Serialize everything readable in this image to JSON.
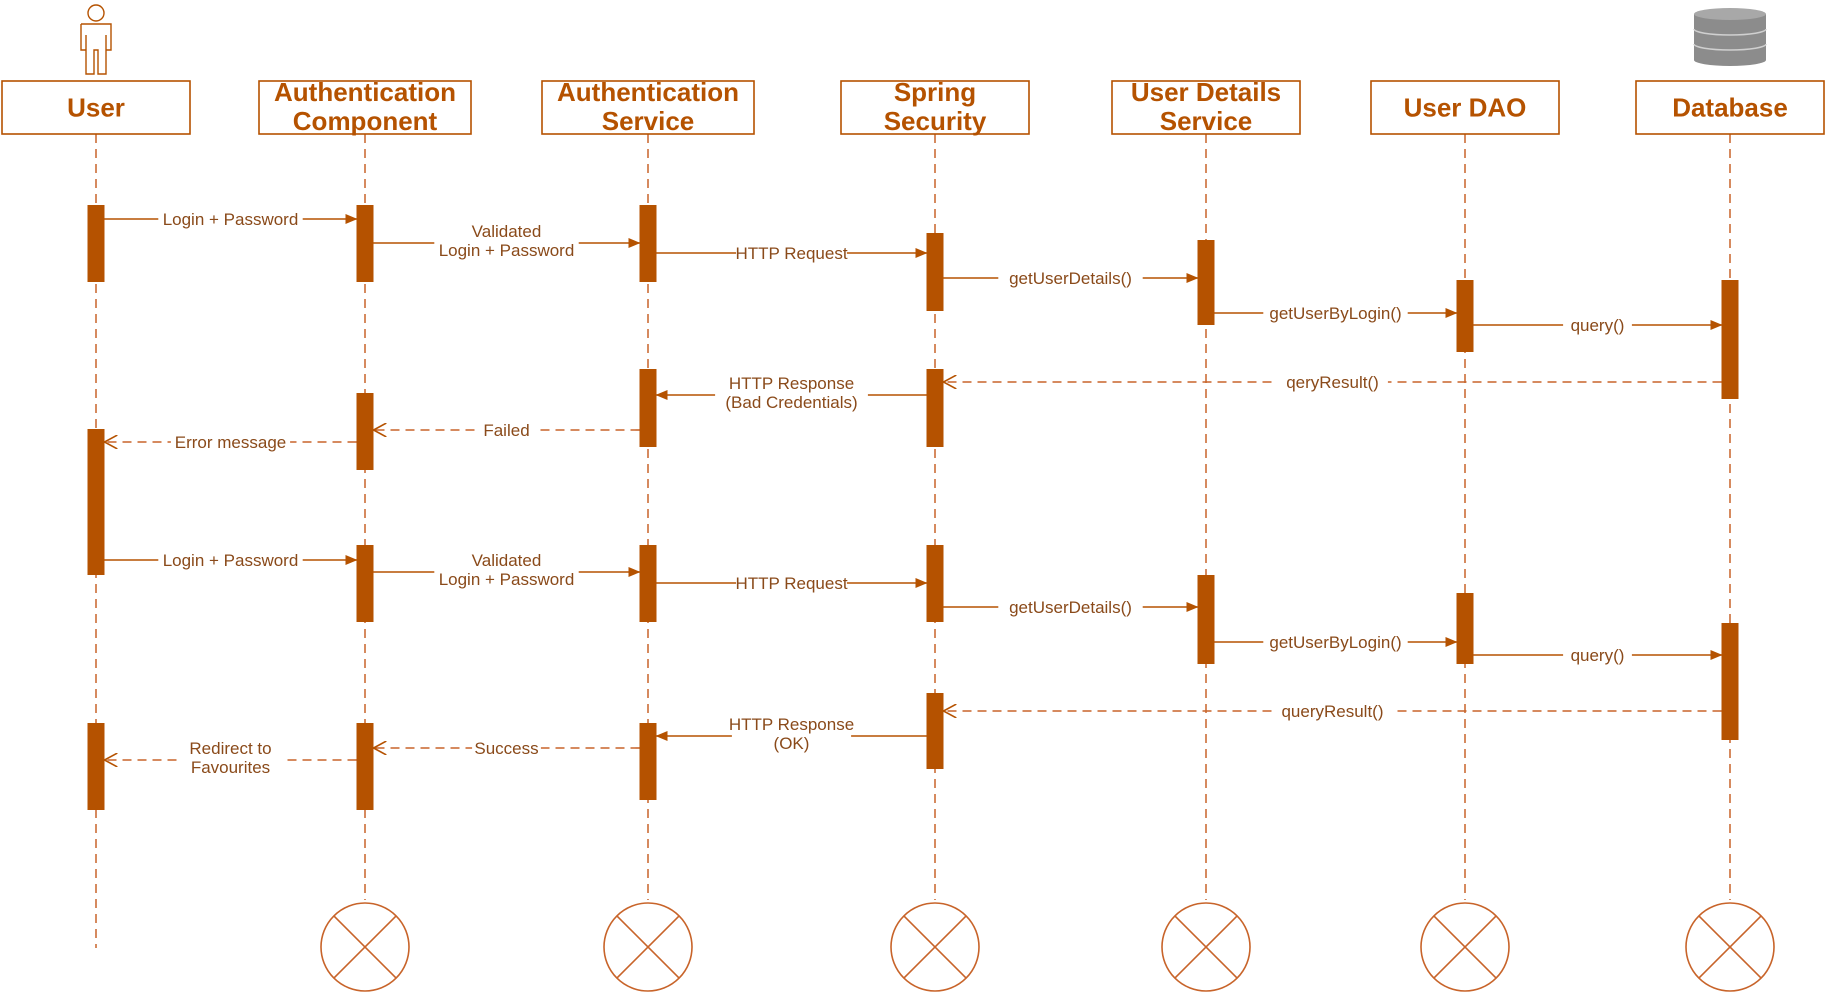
{
  "colors": {
    "accent": "#b55200",
    "line": "#c8642a",
    "label": "#8a4a1a",
    "db_icon": "#8c8c8c",
    "background": "#ffffff"
  },
  "participants": [
    {
      "id": "user",
      "lines": [
        "User"
      ],
      "icon": "actor-icon"
    },
    {
      "id": "auth-component",
      "lines": [
        "Authentication",
        "Component"
      ]
    },
    {
      "id": "auth-service",
      "lines": [
        "Authentication",
        "Service"
      ]
    },
    {
      "id": "spring-security",
      "lines": [
        "Spring",
        "Security"
      ]
    },
    {
      "id": "user-details-service",
      "lines": [
        "User Details",
        "Service"
      ]
    },
    {
      "id": "user-dao",
      "lines": [
        "User DAO"
      ]
    },
    {
      "id": "database",
      "lines": [
        "Database"
      ],
      "icon": "database-icon"
    }
  ],
  "messages": [
    {
      "from": 0,
      "to": 1,
      "lines": [
        "Login + Password"
      ],
      "type": "sync"
    },
    {
      "from": 1,
      "to": 2,
      "lines": [
        "Validated",
        "Login + Password"
      ],
      "type": "sync"
    },
    {
      "from": 2,
      "to": 3,
      "lines": [
        "HTTP Request"
      ],
      "type": "sync"
    },
    {
      "from": 3,
      "to": 4,
      "lines": [
        "getUserDetails()"
      ],
      "type": "sync"
    },
    {
      "from": 4,
      "to": 5,
      "lines": [
        "getUserByLogin()"
      ],
      "type": "sync"
    },
    {
      "from": 5,
      "to": 6,
      "lines": [
        "query()"
      ],
      "type": "sync"
    },
    {
      "from": 6,
      "to": 3,
      "lines": [
        "qeryResult()"
      ],
      "type": "return"
    },
    {
      "from": 3,
      "to": 2,
      "lines": [
        "HTTP Response",
        "(Bad Credentials)"
      ],
      "type": "sync"
    },
    {
      "from": 2,
      "to": 1,
      "lines": [
        "Failed"
      ],
      "type": "return"
    },
    {
      "from": 1,
      "to": 0,
      "lines": [
        "Error message"
      ],
      "type": "return"
    },
    {
      "from": 0,
      "to": 1,
      "lines": [
        "Login + Password"
      ],
      "type": "sync"
    },
    {
      "from": 1,
      "to": 2,
      "lines": [
        "Validated",
        "Login + Password"
      ],
      "type": "sync"
    },
    {
      "from": 2,
      "to": 3,
      "lines": [
        "HTTP Request"
      ],
      "type": "sync"
    },
    {
      "from": 3,
      "to": 4,
      "lines": [
        "getUserDetails()"
      ],
      "type": "sync"
    },
    {
      "from": 4,
      "to": 5,
      "lines": [
        "getUserByLogin()"
      ],
      "type": "sync"
    },
    {
      "from": 5,
      "to": 6,
      "lines": [
        "query()"
      ],
      "type": "sync"
    },
    {
      "from": 6,
      "to": 3,
      "lines": [
        "queryResult()"
      ],
      "type": "return"
    },
    {
      "from": 3,
      "to": 2,
      "lines": [
        "HTTP Response",
        "(OK)"
      ],
      "type": "sync"
    },
    {
      "from": 2,
      "to": 1,
      "lines": [
        "Success"
      ],
      "type": "return"
    },
    {
      "from": 1,
      "to": 0,
      "lines": [
        "Redirect to",
        "Favourites"
      ],
      "type": "return"
    }
  ],
  "destroyed": [
    1,
    2,
    3,
    4,
    5,
    6
  ]
}
